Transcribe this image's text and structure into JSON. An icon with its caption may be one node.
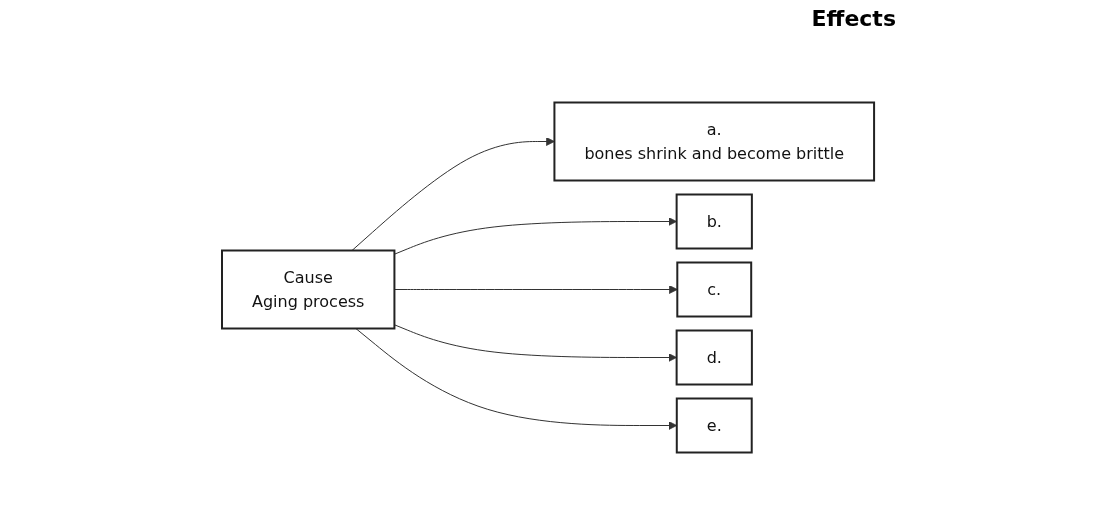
{
  "diagram": {
    "nodes": [
      {
        "text": [
          "Cause",
          "Aging process"
        ]
      },
      {
        "text": [
          "a.",
          "bones shrink and become brittle"
        ]
      },
      {
        "text": [
          "b."
        ]
      },
      {
        "text": [
          "c."
        ]
      },
      {
        "text": [
          "d."
        ]
      },
      {
        "text": [
          "e."
        ]
      }
    ],
    "edges": [
      {
        "from": 0,
        "to": 1,
        "arrow": "to"
      },
      {
        "from": 0,
        "to": 2,
        "arrow": "to"
      },
      {
        "from": 0,
        "to": 3,
        "arrow": "to"
      },
      {
        "from": 0,
        "to": 4,
        "arrow": "to"
      },
      {
        "from": 0,
        "to": 5,
        "arrow": "to"
      }
    ],
    "labels": [
      "Effects"
    ]
  }
}
